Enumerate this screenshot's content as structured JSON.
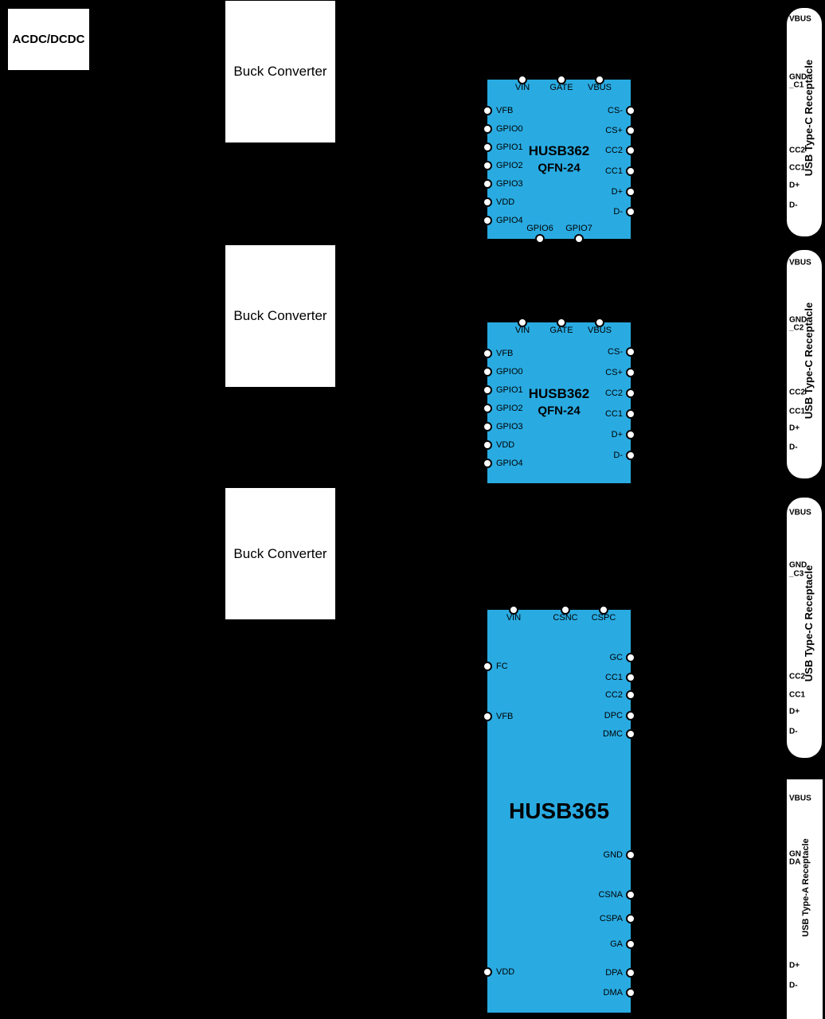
{
  "colors": {
    "background": "#000000",
    "chip_fill": "#29ABE2",
    "block_fill": "#FFFFFF",
    "pin_fill": "#FFFFFF",
    "pin_border": "#000000",
    "text": "#000000"
  },
  "blocks": {
    "acdc": {
      "label": "ACDC/DCDC"
    },
    "buck1": {
      "label": "Buck Converter"
    },
    "buck2": {
      "label": "Buck Converter"
    },
    "buck3": {
      "label": "Buck Converter"
    }
  },
  "chips": {
    "husb362_1": {
      "title": "HUSB362",
      "package": "QFN-24",
      "top_pins": [
        "VIN",
        "GATE",
        "VBUS"
      ],
      "left_pins": [
        "VFB",
        "GPIO0",
        "GPIO1",
        "GPIO2",
        "GPIO3",
        "VDD",
        "GPIO4"
      ],
      "right_pins": [
        "CS-",
        "CS+",
        "CC2",
        "CC1",
        "D+",
        "D-"
      ],
      "bottom_pins": [
        "GPIO6",
        "GPIO7"
      ]
    },
    "husb362_2": {
      "title": "HUSB362",
      "package": "QFN-24",
      "top_pins": [
        "VIN",
        "GATE",
        "VBUS"
      ],
      "left_pins": [
        "VFB",
        "GPIO0",
        "GPIO1",
        "GPIO2",
        "GPIO3",
        "VDD",
        "GPIO4"
      ],
      "right_pins": [
        "CS-",
        "CS+",
        "CC2",
        "CC1",
        "D+",
        "D-"
      ],
      "bottom_pins": []
    },
    "husb365": {
      "title": "HUSB365",
      "top_pins": [
        "VIN",
        "CSNC",
        "CSPC"
      ],
      "left_pins": [
        "FC",
        "VFB",
        "VDD"
      ],
      "right_pins": [
        "GC",
        "CC1",
        "CC2",
        "DPC",
        "DMC",
        "GND",
        "CSNA",
        "CSPA",
        "GA",
        "DPA",
        "DMA"
      ],
      "bottom_pins": []
    }
  },
  "receptacles": {
    "c1": {
      "title": "USB Type-C Receptacle",
      "pins": [
        "VBUS",
        "GND",
        "_C1",
        "CC2",
        "CC1",
        "D+",
        "D-"
      ]
    },
    "c2": {
      "title": "USB Type-C Receptacle",
      "pins": [
        "VBUS",
        "GND",
        "_C2",
        "CC2",
        "CC1",
        "D+",
        "D-"
      ]
    },
    "c3": {
      "title": "USB Type-C Receptacle",
      "pins": [
        "VBUS",
        "GND",
        "_C3",
        "CC2",
        "CC1",
        "D+",
        "D-"
      ]
    },
    "a": {
      "title": "USB Type-A Receptacle",
      "pins": [
        "VBUS",
        "GN",
        "DA",
        "D+",
        "D-"
      ]
    }
  }
}
